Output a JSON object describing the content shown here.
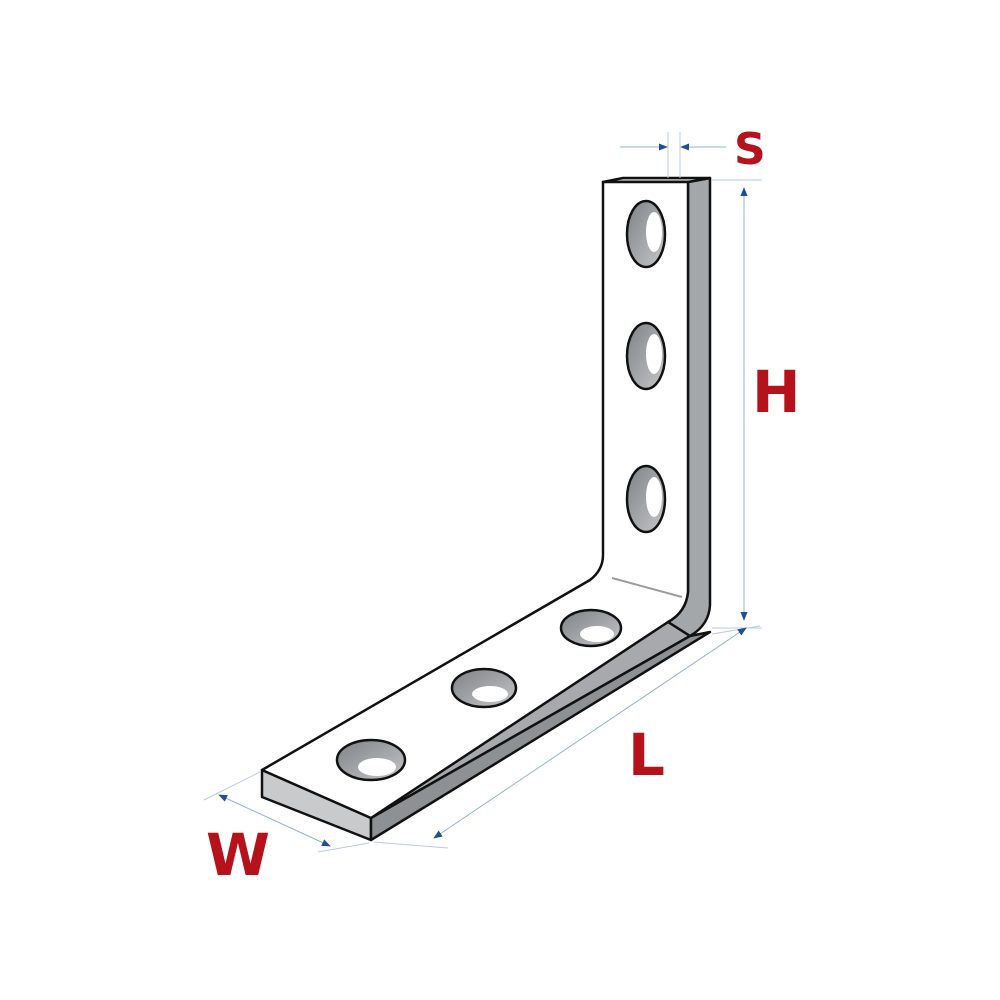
{
  "labels": {
    "thickness": "S",
    "height": "H",
    "length": "L",
    "width": "W"
  },
  "bracket": {
    "vertical_holes": 3,
    "horizontal_holes": 3
  },
  "colors": {
    "label": "#b5121b",
    "dimension_line": "#8fb3d9",
    "arrow": "#1f4e9c",
    "face": "#ffffff",
    "edge_dark": "#a4a7aa",
    "edge_mid": "#c8cacc",
    "hole": "#9a9c9f"
  }
}
